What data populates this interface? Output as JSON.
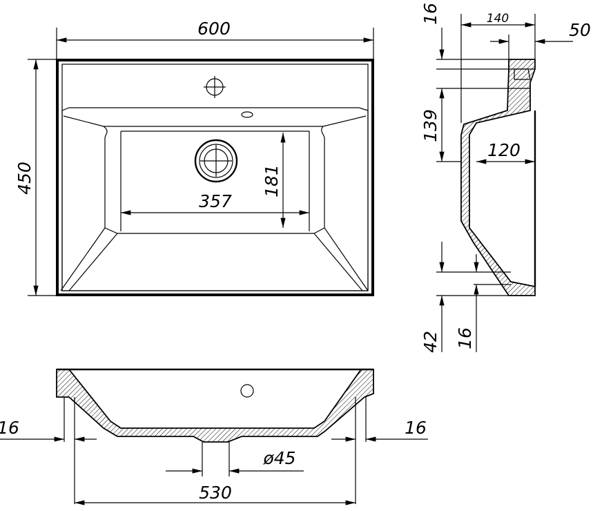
{
  "drawing": {
    "top_view": {
      "width": "600",
      "depth": "450",
      "bowl_width": "357",
      "bowl_depth": "181"
    },
    "side_view": {
      "rim_thickness": "16",
      "rim_depth": "140",
      "back_offset": "50",
      "height": "139",
      "drain_offset": "120",
      "bottom_height": "42",
      "bottom_thickness": "16"
    },
    "front_view": {
      "left_wall": "16",
      "right_wall": "16",
      "drain_diameter": "ø45",
      "inner_width": "530"
    }
  }
}
